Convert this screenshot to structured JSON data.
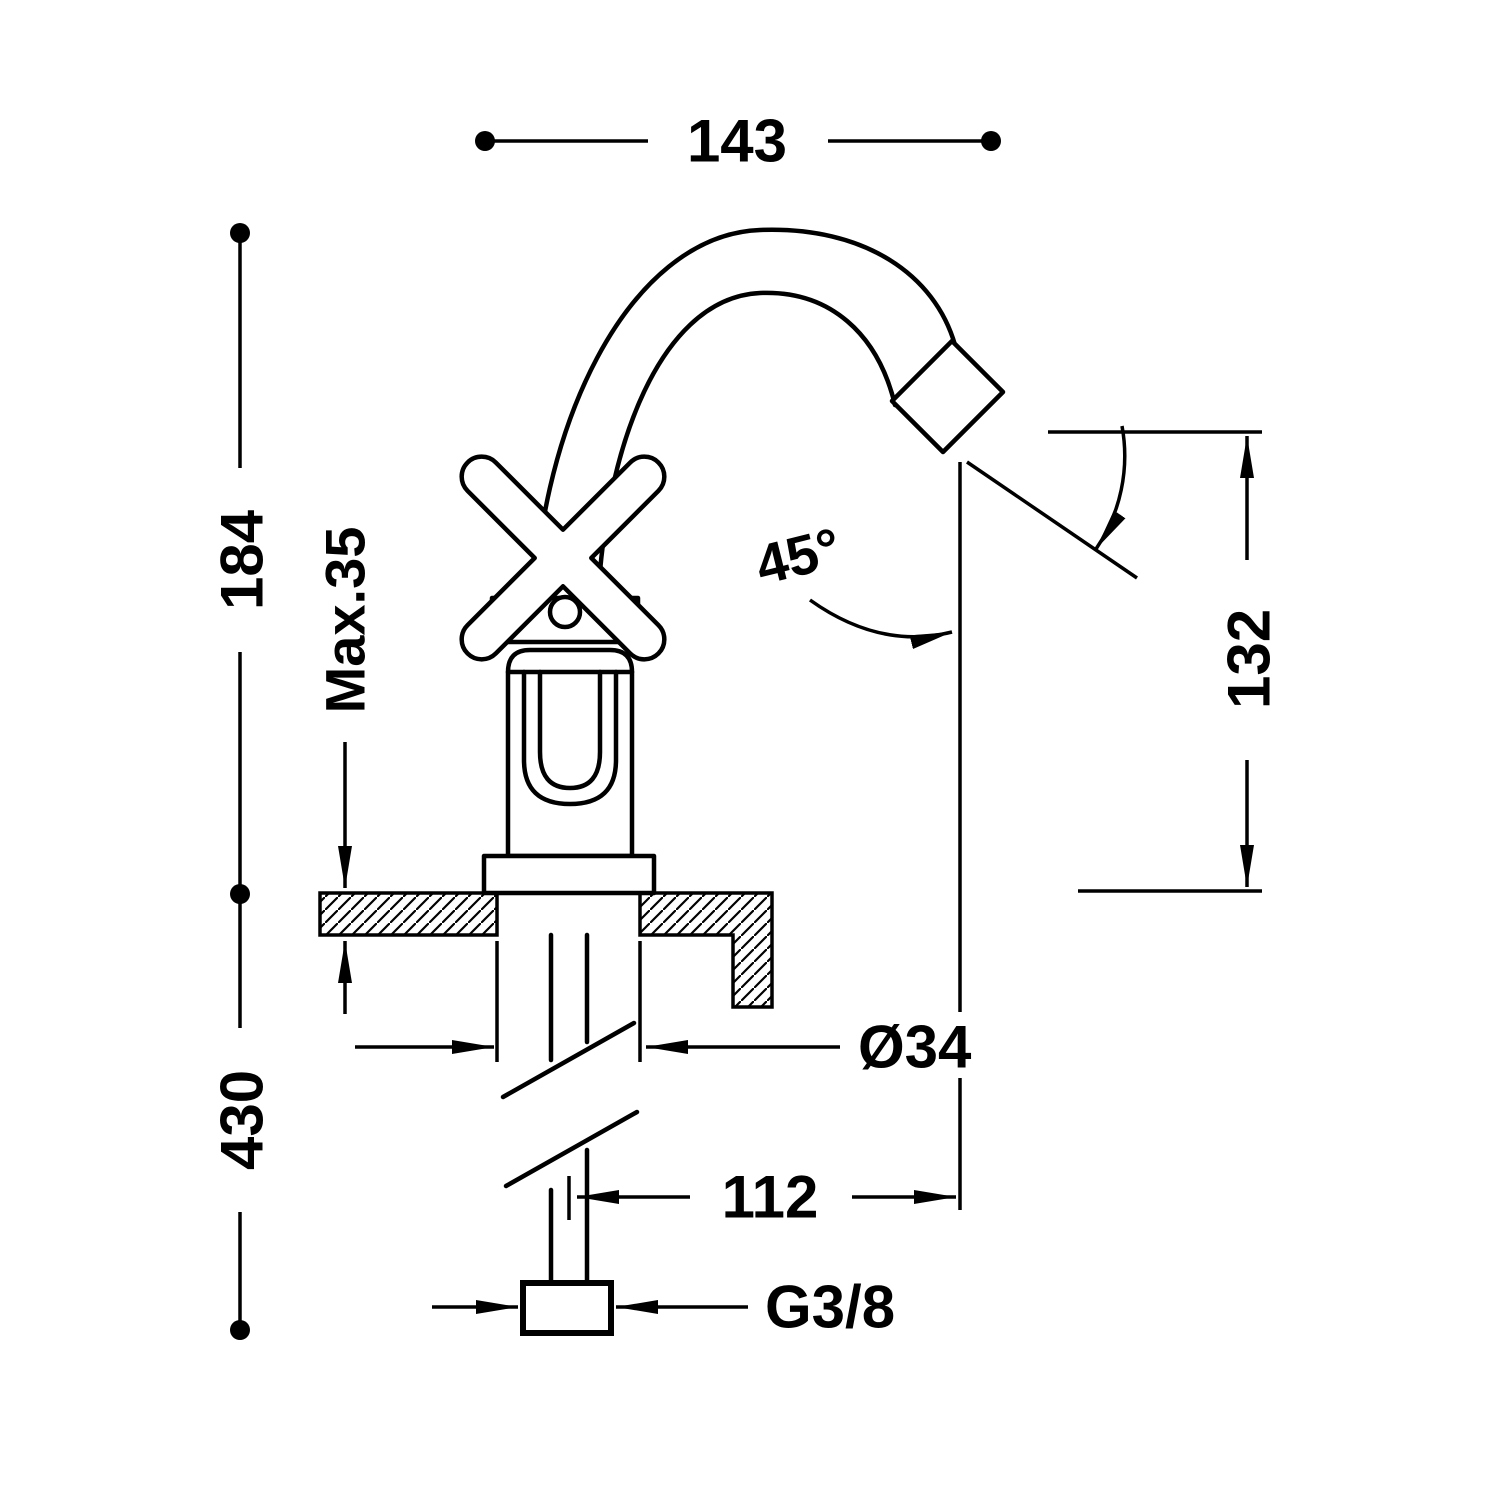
{
  "drawing": {
    "background_color": "#ffffff",
    "line_color": "#000000",
    "labels": {
      "spout_reach": "143",
      "height_above_deck": "184",
      "max_deck_thickness": "Max.35",
      "length_below_deck": "430",
      "outlet_height": "132",
      "outlet_angle": "45°",
      "hole_diameter": "Ø34",
      "spout_offset": "112",
      "inlet_thread": "G3/8"
    }
  }
}
